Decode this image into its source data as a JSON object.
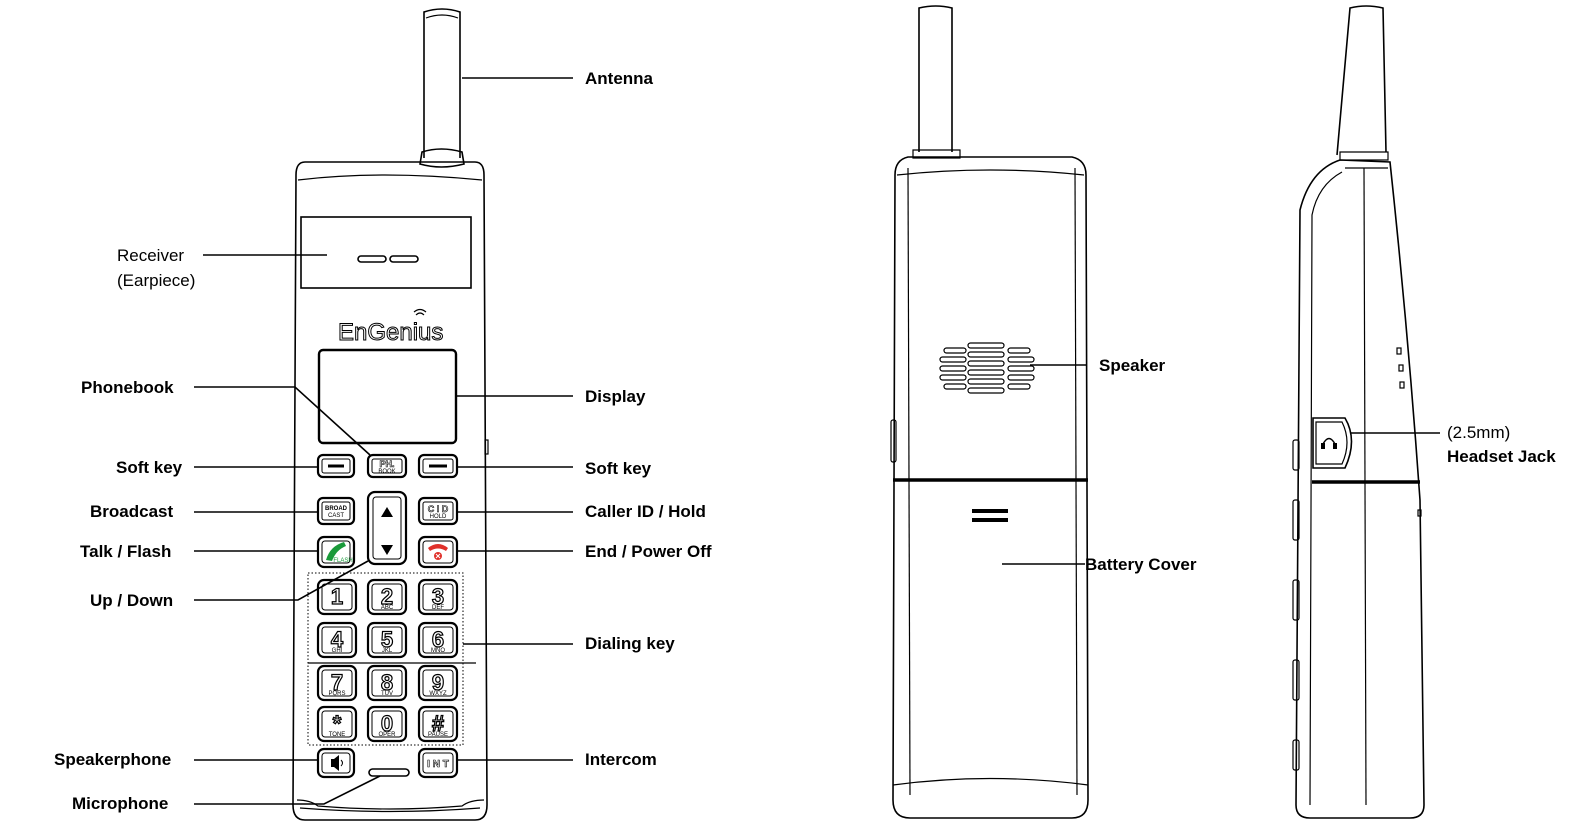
{
  "front_labels_left": {
    "receiver": "Receiver",
    "earpiece": "(Earpiece)",
    "phonebook": "Phonebook",
    "soft_key": "Soft key",
    "broadcast": "Broadcast",
    "talk_flash": "Talk / Flash",
    "up_down": "Up / Down",
    "speakerphone": "Speakerphone",
    "microphone": "Microphone"
  },
  "front_labels_right": {
    "antenna": "Antenna",
    "display": "Display",
    "soft_key": "Soft key",
    "caller_id_hold": "Caller ID / Hold",
    "end_power_off": "End / Power Off",
    "dialing_key": "Dialing key",
    "intercom": "Intercom"
  },
  "back_labels": {
    "speaker": "Speaker",
    "battery_cover": "Battery Cover"
  },
  "side_labels": {
    "size": "(2.5mm)",
    "headset_jack": "Headset Jack"
  },
  "handset": {
    "brand": "EnGenius",
    "phonebook_key": [
      "PH.",
      "BOOK"
    ],
    "broadcast_key": [
      "BROAD",
      "CAST"
    ],
    "cid_key": [
      "C I D",
      "HOLD"
    ],
    "talk_key_sub": "FLASH",
    "int_key": "I N T",
    "keys": [
      {
        "digit": "1",
        "letters": ""
      },
      {
        "digit": "2",
        "letters": "ABC"
      },
      {
        "digit": "3",
        "letters": "DEF"
      },
      {
        "digit": "4",
        "letters": "GHI"
      },
      {
        "digit": "5",
        "letters": "JKL"
      },
      {
        "digit": "6",
        "letters": "MNO"
      },
      {
        "digit": "7",
        "letters": "PQRS"
      },
      {
        "digit": "8",
        "letters": "TUV"
      },
      {
        "digit": "9",
        "letters": "WXYZ"
      },
      {
        "digit": "*",
        "letters": "TONE"
      },
      {
        "digit": "0",
        "letters": "OPER"
      },
      {
        "digit": "#",
        "letters": "PAUSE"
      }
    ]
  },
  "colors": {
    "talk_key": "#1a9a3a",
    "end_key": "#e0302a",
    "line": "#000000"
  }
}
